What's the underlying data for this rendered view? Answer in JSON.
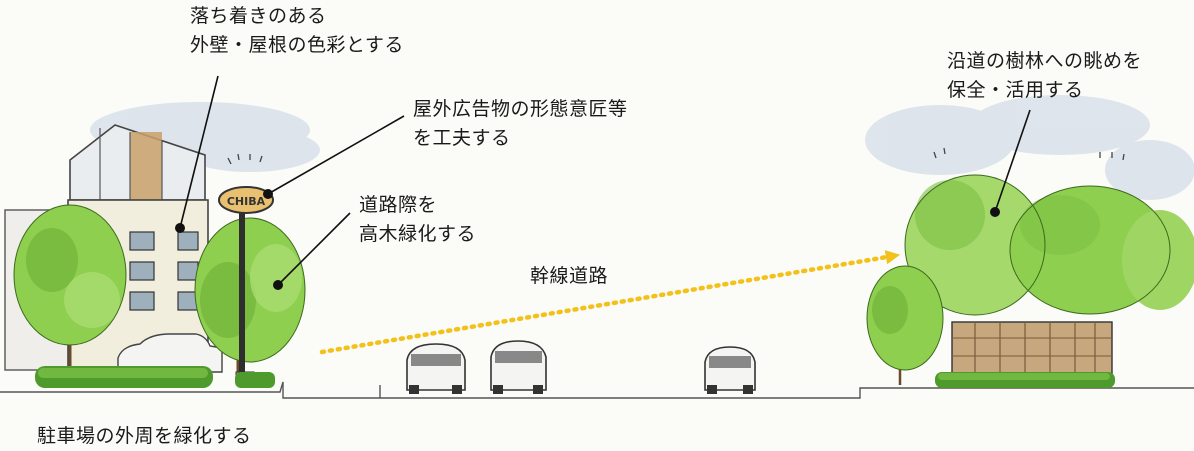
{
  "annotations": {
    "facade_color": [
      "落ち着きのある",
      "外壁・屋根の色彩とする"
    ],
    "signage": [
      "屋外広告物の形態意匠等",
      "を工夫する"
    ],
    "roadside_trees": [
      "道路際を",
      "高木緑化する"
    ],
    "main_road": "幹線道路",
    "forest_view": [
      "沿道の樹林への眺めを",
      "保全・活用する"
    ],
    "parking_green": "駐車場の外周を緑化する"
  },
  "sign_text": "CHIBA",
  "colors": {
    "arrow": "#f2c21b",
    "leader_line": "#111111",
    "foliage": "#8fcf4f",
    "sky": "#c7d3e2",
    "building_accent": "#c9a06a",
    "fence": "#c7a87e"
  }
}
